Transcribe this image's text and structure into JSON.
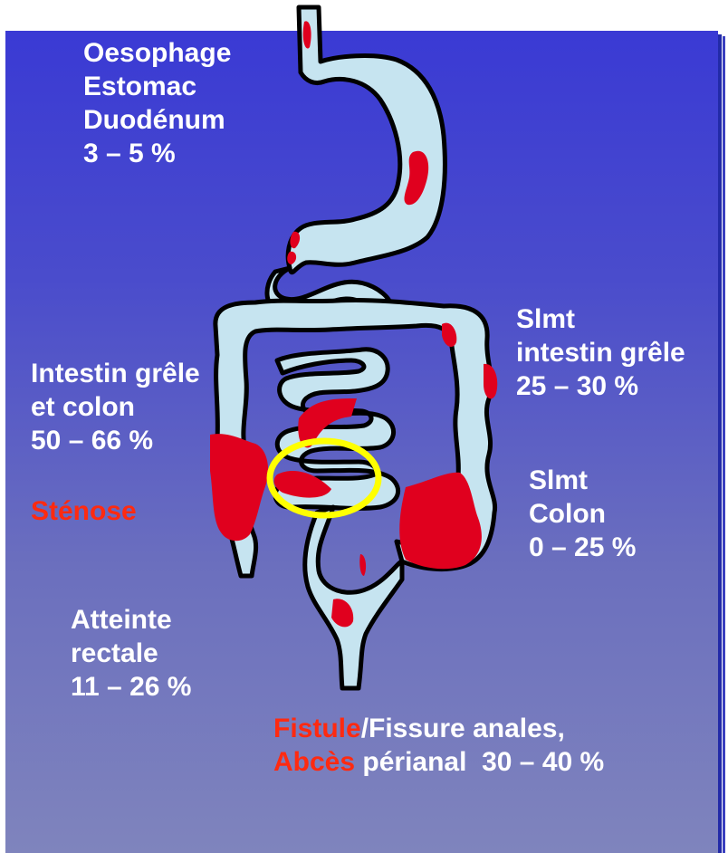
{
  "colors": {
    "slide_top": "#3a3ad4",
    "slide_bottom": "#7f84bd",
    "organ_fill": "#c6e4f0",
    "lesion": "#e0001e",
    "ring": "#ffff00",
    "label_text": "#ffffff",
    "highlight_text": "#ff2a10"
  },
  "labels": {
    "upper": [
      "Oesophage",
      "Estomac",
      "Duodénum",
      "3 – 5 %"
    ],
    "small_and_colon": [
      "Intestin grêle",
      "et colon",
      "50 – 66 %"
    ],
    "stenose": "Sténose",
    "small_only": [
      "Slmt",
      "intestin grêle",
      "25 – 30 %"
    ],
    "colon_only": [
      "Slmt",
      "Colon",
      "0 – 25 %"
    ],
    "rectal": [
      "Atteinte",
      "rectale",
      "11 – 26 %"
    ],
    "anal": {
      "fistule": "Fistule",
      "fissure": "/Fissure anales,",
      "abces": "Abcès",
      "perianal": " périanal  30 – 40 %"
    }
  }
}
